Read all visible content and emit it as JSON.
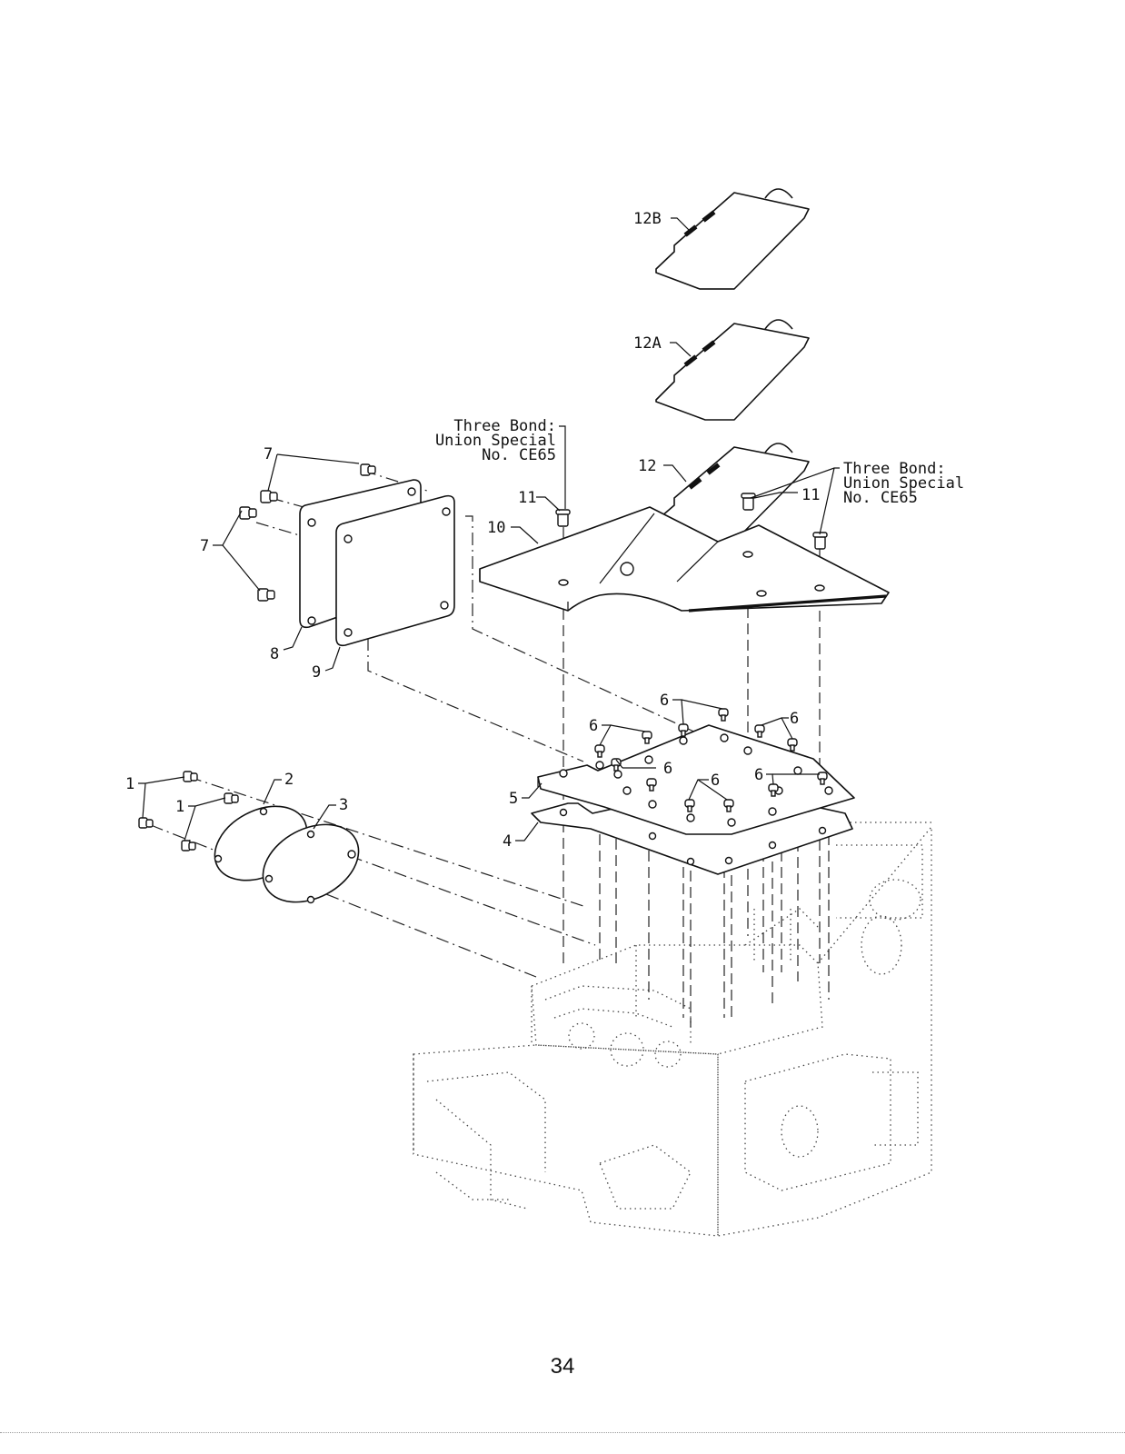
{
  "labels": {
    "p1": "1",
    "p2": "2",
    "p3": "3",
    "p4": "4",
    "p5": "5",
    "p6": "6",
    "p7": "7",
    "p8": "8",
    "p9": "9",
    "p10": "10",
    "p11": "11",
    "p12": "12",
    "p12a": "12A",
    "p12b": "12B"
  },
  "notes": {
    "left": [
      "Three Bond:",
      "Union Special",
      "No. CE65"
    ],
    "right": [
      "Three Bond:",
      "Union Special",
      "No. CE65"
    ]
  },
  "page_number": "34"
}
